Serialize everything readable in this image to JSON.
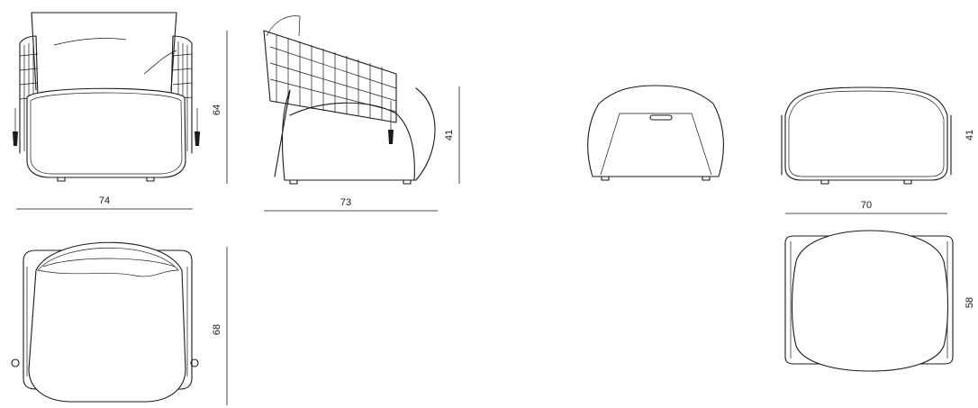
{
  "dimensions": {
    "armchair_front_width": "74",
    "armchair_front_height": "64",
    "armchair_side_depth": "73",
    "armchair_side_seat_height": "41",
    "armchair_top_depth": "68",
    "pouf_side_height": "41",
    "pouf_width": "70",
    "pouf_top_depth": "58"
  }
}
